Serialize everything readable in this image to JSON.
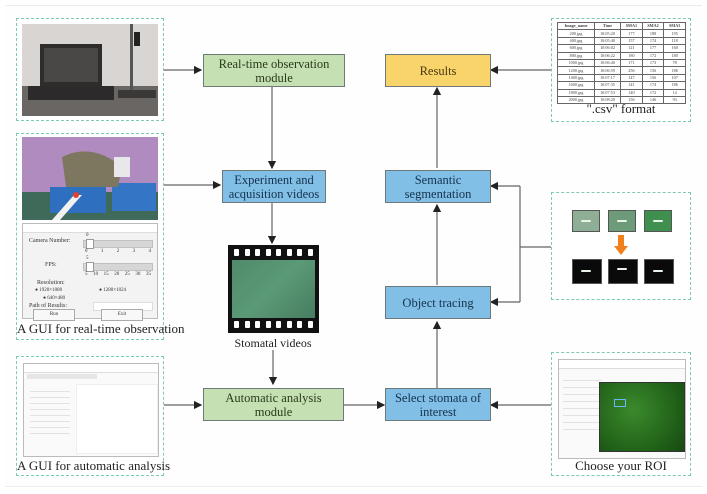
{
  "colors": {
    "module_green": "#c5e0b3",
    "process_blue": "#82bfe6",
    "results_yellow": "#f9d46b",
    "panel_border": "#7cc9b4",
    "arrow_orange": "#f07f1c"
  },
  "boxes": {
    "realtime_module": "Real-time observation module",
    "experiment_videos": "Experiment and acquisition videos",
    "automatic_module": "Automatic analysis module",
    "results": "Results",
    "semantic_segmentation": "Semantic segmentation",
    "object_tracing": "Object tracing",
    "select_stomata": "Select stomata of interest"
  },
  "captions": {
    "gui_realtime": "A GUI for real-time observation",
    "stomatal_videos": "Stomatal videos",
    "gui_automatic": "A GUI for automatic analysis",
    "csv_format": "\".csv\" format",
    "choose_roi": "Choose your ROI"
  },
  "gui_realtime": {
    "camera_label": "Camera Number:",
    "camera_value": "0",
    "camera_ticks": [
      "0",
      "1",
      "2",
      "3",
      "4"
    ],
    "fps_label": "FPS:",
    "fps_value": "5",
    "fps_ticks": [
      "5",
      "10",
      "15",
      "20",
      "25",
      "30",
      "35"
    ],
    "resolution_label": "Resolution:",
    "resolution_options": [
      "1920×1080",
      "1280×1024",
      "640×480"
    ],
    "path_label": "Path of Results:",
    "run_button": "Run",
    "exit_button": "Exit"
  },
  "csv_table": {
    "headers": [
      "Image_name",
      "Time",
      "SMA1",
      "SMA2",
      "SMA3"
    ],
    "rows": [
      [
        "200.jpg",
        "10:05:20",
        "177",
        "188",
        "195"
      ],
      [
        "400.jpg",
        "10:05:40",
        "157",
        "174",
        "118"
      ],
      [
        "600.jpg",
        "10:06:02",
        "121",
        "177",
        "160"
      ],
      [
        "800.jpg",
        "10:06:22",
        "180",
        "172",
        "180"
      ],
      [
        "1000.jpg",
        "10:06:40",
        "171",
        "173",
        "78"
      ],
      [
        "1200.jpg",
        "10:06:59",
        "256",
        "156",
        "186"
      ],
      [
        "1400.jpg",
        "10:07:17",
        "147",
        "156",
        "107"
      ],
      [
        "1600.jpg",
        "10:07:35",
        "141",
        "174",
        "186"
      ],
      [
        "1800.jpg",
        "10:07:53",
        "140",
        "172",
        "14"
      ],
      [
        "2000.jpg",
        "10:08:20",
        "156",
        "146",
        "93"
      ]
    ]
  }
}
